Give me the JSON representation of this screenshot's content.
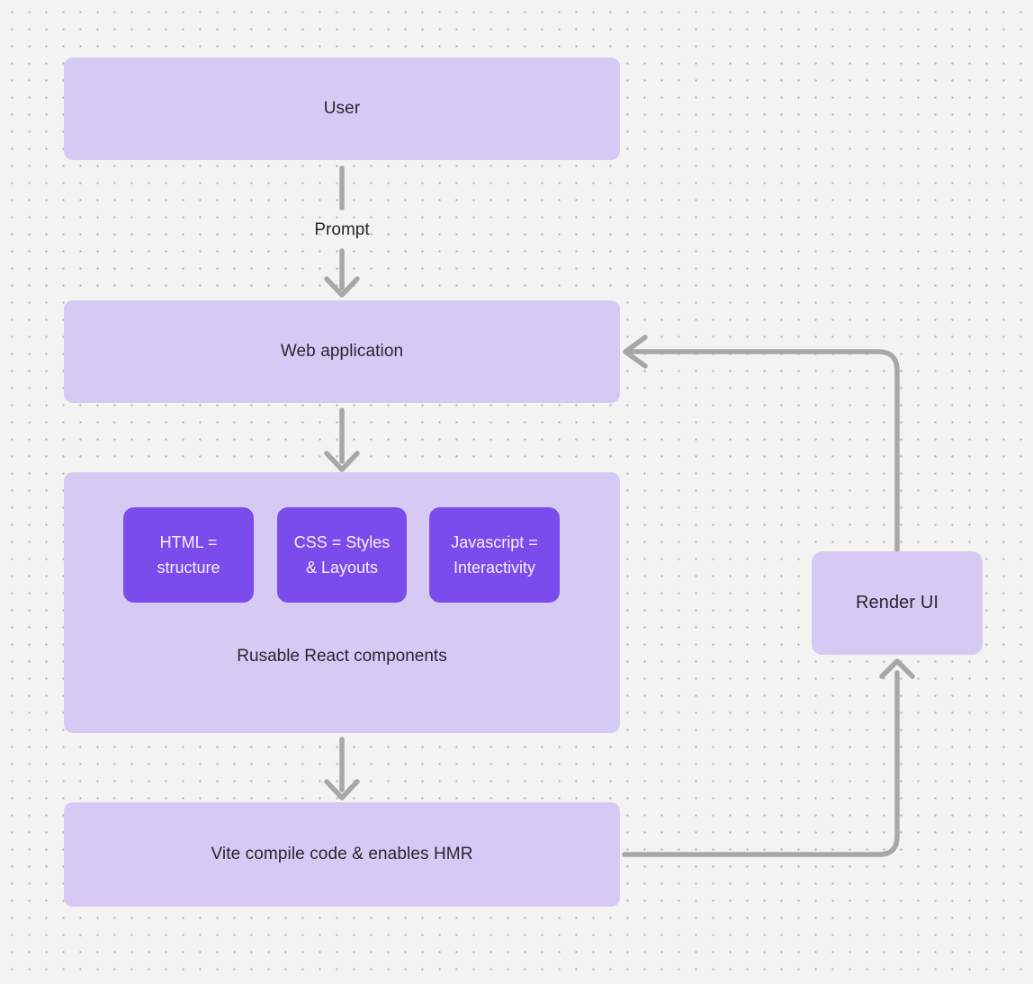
{
  "nodes": {
    "user": {
      "label": "User"
    },
    "web_application": {
      "label": "Web application"
    },
    "components": {
      "caption": "Rusable React components",
      "html": {
        "line1": "HTML =",
        "line2": "structure"
      },
      "css": {
        "line1": "CSS = Styles",
        "line2": "& Layouts"
      },
      "javascript": {
        "line1": "Javascript =",
        "line2": "Interactivity"
      }
    },
    "vite": {
      "label": "Vite compile code & enables HMR"
    },
    "render_ui": {
      "label": "Render UI"
    }
  },
  "edges": {
    "user_to_webapp_label": "Prompt"
  },
  "colors": {
    "background": "#f4f3f1",
    "dot_grid": "#bfbdbb",
    "node_fill": "#d6caf4",
    "accent_fill": "#7b4beb",
    "accent_text": "#f4f0fd",
    "connector": "#a8a7a5",
    "text": "#28262f"
  }
}
